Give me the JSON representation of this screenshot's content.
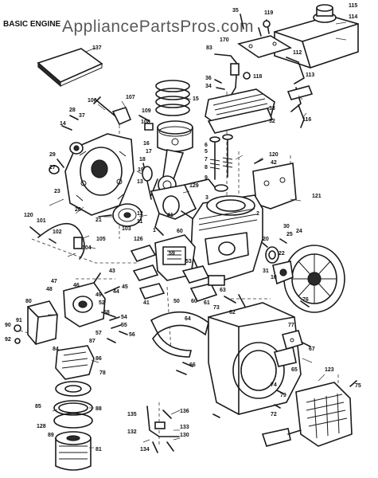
{
  "title": "BASIC ENGINE",
  "watermark": "AppliancePartsPros.com",
  "callouts": [
    {
      "id": "c35",
      "text": "35"
    },
    {
      "id": "c119",
      "text": "119"
    },
    {
      "id": "c115",
      "text": "115"
    },
    {
      "id": "c114",
      "text": "114"
    },
    {
      "id": "c137",
      "text": "137"
    },
    {
      "id": "c170",
      "text": "170"
    },
    {
      "id": "c83",
      "text": "83"
    },
    {
      "id": "c112",
      "text": "112"
    },
    {
      "id": "c106",
      "text": "106"
    },
    {
      "id": "c107",
      "text": "107"
    },
    {
      "id": "c15",
      "text": "15"
    },
    {
      "id": "c36",
      "text": "36"
    },
    {
      "id": "c34",
      "text": "34"
    },
    {
      "id": "c118",
      "text": "118"
    },
    {
      "id": "c113",
      "text": "113"
    },
    {
      "id": "c28",
      "text": "28"
    },
    {
      "id": "c37",
      "text": "37"
    },
    {
      "id": "c14",
      "text": "14"
    },
    {
      "id": "c109",
      "text": "109"
    },
    {
      "id": "c108",
      "text": "108"
    },
    {
      "id": "c33",
      "text": "33"
    },
    {
      "id": "c32",
      "text": "32"
    },
    {
      "id": "c116",
      "text": "116"
    },
    {
      "id": "c16",
      "text": "16"
    },
    {
      "id": "c17",
      "text": "17"
    },
    {
      "id": "c6",
      "text": "6"
    },
    {
      "id": "c5",
      "text": "5"
    },
    {
      "id": "c29",
      "text": "29"
    },
    {
      "id": "c18",
      "text": "18"
    },
    {
      "id": "c7",
      "text": "7"
    },
    {
      "id": "c8",
      "text": "8"
    },
    {
      "id": "c19",
      "text": "19"
    },
    {
      "id": "c9",
      "text": "9"
    },
    {
      "id": "c120",
      "text": "120"
    },
    {
      "id": "c42",
      "text": "42"
    },
    {
      "id": "c27",
      "text": "27"
    },
    {
      "id": "c13",
      "text": "13"
    },
    {
      "id": "c129",
      "text": "129"
    },
    {
      "id": "c3",
      "text": "3"
    },
    {
      "id": "c121",
      "text": "121"
    },
    {
      "id": "c23",
      "text": "23"
    },
    {
      "id": "c26",
      "text": "26"
    },
    {
      "id": "c2",
      "text": "2"
    },
    {
      "id": "c21",
      "text": "21"
    },
    {
      "id": "c12",
      "text": "12"
    },
    {
      "id": "c41",
      "text": "41"
    },
    {
      "id": "c11",
      "text": "11"
    },
    {
      "id": "c103",
      "text": "103"
    },
    {
      "id": "c126",
      "text": "126"
    },
    {
      "id": "c1",
      "text": "1"
    },
    {
      "id": "c120b",
      "text": "120"
    },
    {
      "id": "c101",
      "text": "101"
    },
    {
      "id": "c102",
      "text": "102"
    },
    {
      "id": "c104",
      "text": "104"
    },
    {
      "id": "c105",
      "text": "105"
    },
    {
      "id": "c60",
      "text": "60"
    },
    {
      "id": "c30",
      "text": "30"
    },
    {
      "id": "c25",
      "text": "25"
    },
    {
      "id": "c24",
      "text": "24"
    },
    {
      "id": "c20",
      "text": "20"
    },
    {
      "id": "c31",
      "text": "31"
    },
    {
      "id": "c22",
      "text": "22"
    },
    {
      "id": "c10",
      "text": "10"
    },
    {
      "id": "c53",
      "text": "53"
    },
    {
      "id": "c59",
      "text": "59"
    },
    {
      "id": "c43",
      "text": "43"
    },
    {
      "id": "c47",
      "text": "47"
    },
    {
      "id": "c48",
      "text": "48"
    },
    {
      "id": "c44",
      "text": "44"
    },
    {
      "id": "c45",
      "text": "45"
    },
    {
      "id": "c41b",
      "text": "41"
    },
    {
      "id": "c50",
      "text": "50"
    },
    {
      "id": "c60b",
      "text": "60"
    },
    {
      "id": "c61",
      "text": "61"
    },
    {
      "id": "c63",
      "text": "63"
    },
    {
      "id": "c62",
      "text": "62"
    },
    {
      "id": "c73",
      "text": "73"
    },
    {
      "id": "c76",
      "text": "76"
    },
    {
      "id": "c77",
      "text": "77"
    },
    {
      "id": "c46",
      "text": "46"
    },
    {
      "id": "c49",
      "text": "49"
    },
    {
      "id": "c52",
      "text": "52"
    },
    {
      "id": "c80",
      "text": "80"
    },
    {
      "id": "c58",
      "text": "58"
    },
    {
      "id": "c54",
      "text": "54"
    },
    {
      "id": "c55",
      "text": "55"
    },
    {
      "id": "c56",
      "text": "56"
    },
    {
      "id": "c57",
      "text": "57"
    },
    {
      "id": "c90",
      "text": "90"
    },
    {
      "id": "c91",
      "text": "91"
    },
    {
      "id": "c92",
      "text": "92"
    },
    {
      "id": "c84",
      "text": "84"
    },
    {
      "id": "c87",
      "text": "87"
    },
    {
      "id": "c86",
      "text": "86"
    },
    {
      "id": "c64",
      "text": "64"
    },
    {
      "id": "c78",
      "text": "78"
    },
    {
      "id": "c67",
      "text": "67"
    },
    {
      "id": "c88",
      "text": "88"
    },
    {
      "id": "c65",
      "text": "65"
    },
    {
      "id": "c66",
      "text": "66"
    },
    {
      "id": "c79",
      "text": "79"
    },
    {
      "id": "c128",
      "text": "128"
    },
    {
      "id": "c89",
      "text": "89"
    },
    {
      "id": "c81",
      "text": "81"
    },
    {
      "id": "c123",
      "text": "123"
    },
    {
      "id": "c75",
      "text": "75"
    },
    {
      "id": "c74",
      "text": "74"
    },
    {
      "id": "c72",
      "text": "72"
    },
    {
      "id": "c135",
      "text": "135"
    },
    {
      "id": "c136",
      "text": "136"
    },
    {
      "id": "c132",
      "text": "132"
    },
    {
      "id": "c133",
      "text": "133"
    },
    {
      "id": "c130",
      "text": "130"
    },
    {
      "id": "c134",
      "text": "134"
    },
    {
      "id": "c85",
      "text": "85"
    }
  ]
}
